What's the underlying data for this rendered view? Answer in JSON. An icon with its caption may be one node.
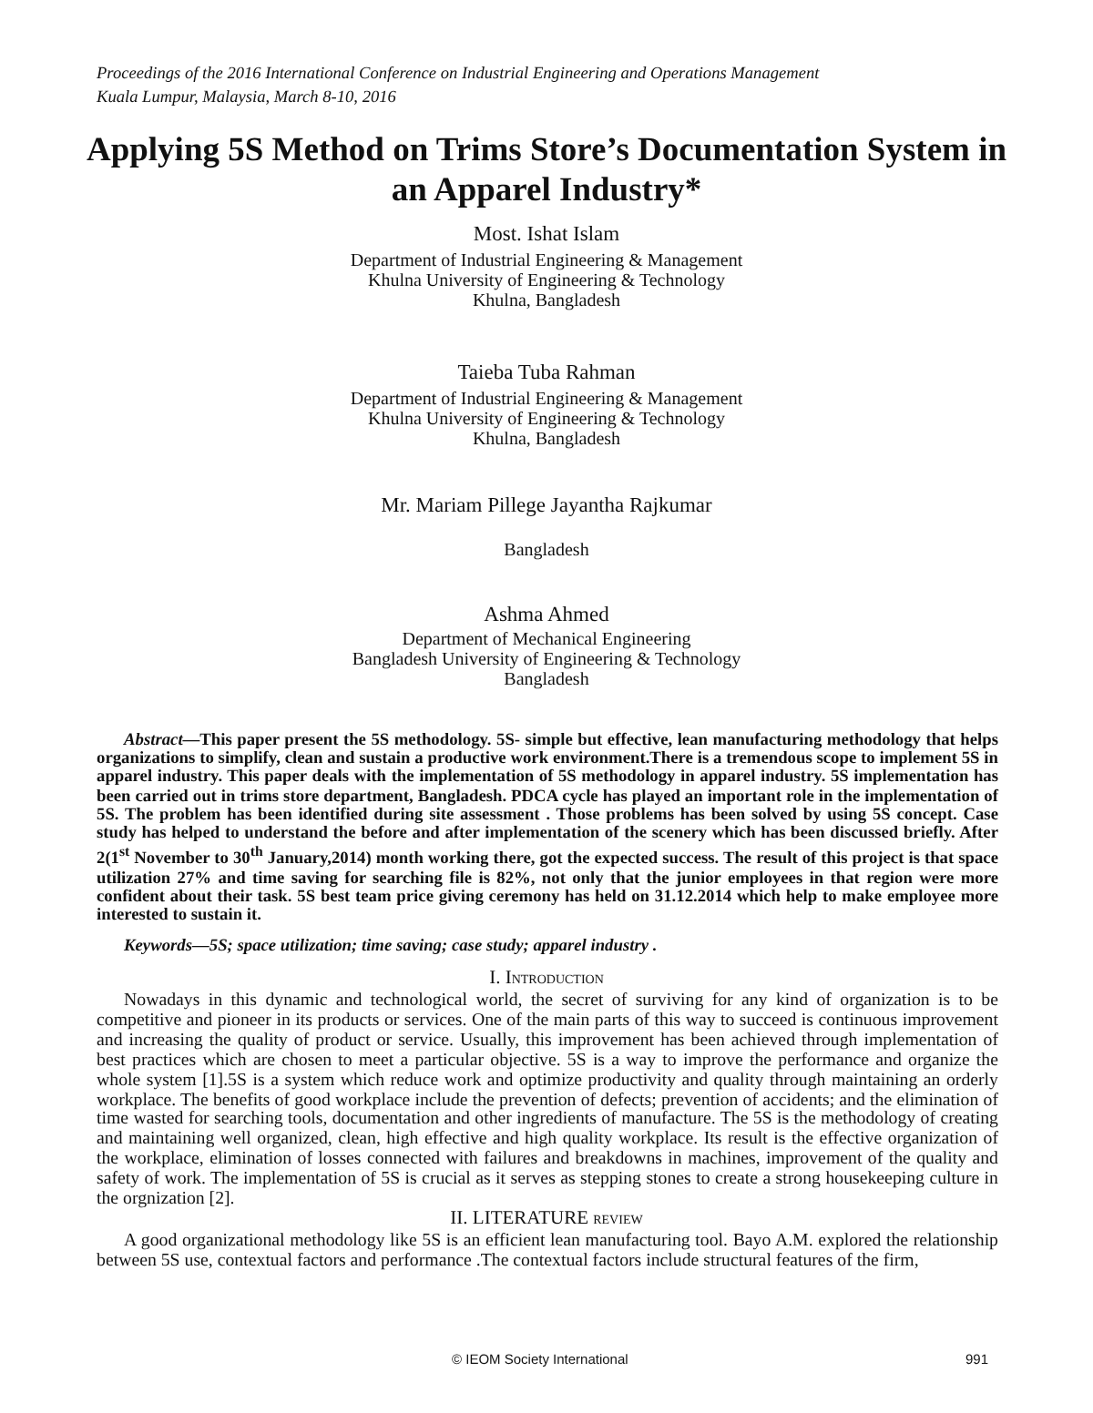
{
  "diagram": {
    "title": "Applying 5S Method on Trims Store’s Documentation System in an Apparel Industry*",
    "labels": [
      "Proceedings of the 2016 International Conference on Industrial Engineering and Operations Management",
      "Kuala Lumpur, Malaysia, March 8-10, 2016",
      "Most. Ishat Islam",
      "Department of Industrial Engineering & Management",
      "Khulna University of Engineering & Technology",
      "Khulna, Bangladesh",
      "Taieba Tuba Rahman",
      "Department of Industrial Engineering & Management",
      "Khulna University of Engineering & Technology",
      "Khulna, Bangladesh",
      "Mr. Mariam Pillege Jayantha Rajkumar",
      "Bangladesh",
      "Ashma Ahmed",
      "Department of Mechanical Engineering",
      "Bangladesh University of Engineering & Technology",
      "Bangladesh",
      "*Abstract*—This paper present the 5S methodology. 5S- simple but effective, lean manufacturing methodology that helps organizations to simplify, clean and sustain a productive work environment.There is a tremendous scope to implement 5S in apparel industry. This paper deals with the implementation of 5S methodology in apparel industry. 5S implementation has been carried out in trims store department, Bangladesh. PDCA cycle has played an important role in the implementation of 5S. The problem has been identified during site assessment . Those problems has been solved by using 5S concept. Case study has helped to understand the before and after implementation of the scenery which has been discussed briefly. After 2(1$^{st}$ November to 30$^{th}$ January,2014) month working there, got the expected success. The result of this project is that space utilization 27% and time saving for searching file is 82%, not only that the junior employees in that region were more confident about their task. 5S best team price giving ceremony has held on 31.12.2014 which help to make employee more interested to sustain it.",
      "Keywords—5S; space utilization; time saving; case study; apparel industry .",
      "I. Introduction",
      "Nowadays in this dynamic and technological world, the secret of surviving for any kind of organization is to be competitive and pioneer in its products or services. One of the main parts of this way to succeed is continuous improvement and increasing the quality of product or service. Usually, this improvement has been achieved through implementation of best practices which are chosen to meet a particular objective. 5S is a way to improve the performance and organize the whole system [1].5S is a system which reduce work and optimize productivity and quality through maintaining an orderly workplace. The benefits of good workplace include the prevention of defects; prevention of accidents; and the elimination of time wasted for searching tools, documentation and other ingredients of manufacture. The 5S is the methodology of creating and maintaining well organized, clean, high effective and high quality workplace. Its result is the effective organization of the workplace, elimination of losses connected with failures and breakdowns in machines, improvement of the quality and safety of work. The implementation of 5S is crucial as it serves as stepping stones to create a strong housekeeping culture in the orgnization [2].",
      "II. LITERATURE review",
      "A good organizational methodology like 5S is an efficient lean manufacturing tool. Bayo A.M. explored the relationship between 5S use, contextual factors and performance .The contextual factors include structural features of the firm,",
      "© IEOM Society International",
      "991"
    ]
  }
}
